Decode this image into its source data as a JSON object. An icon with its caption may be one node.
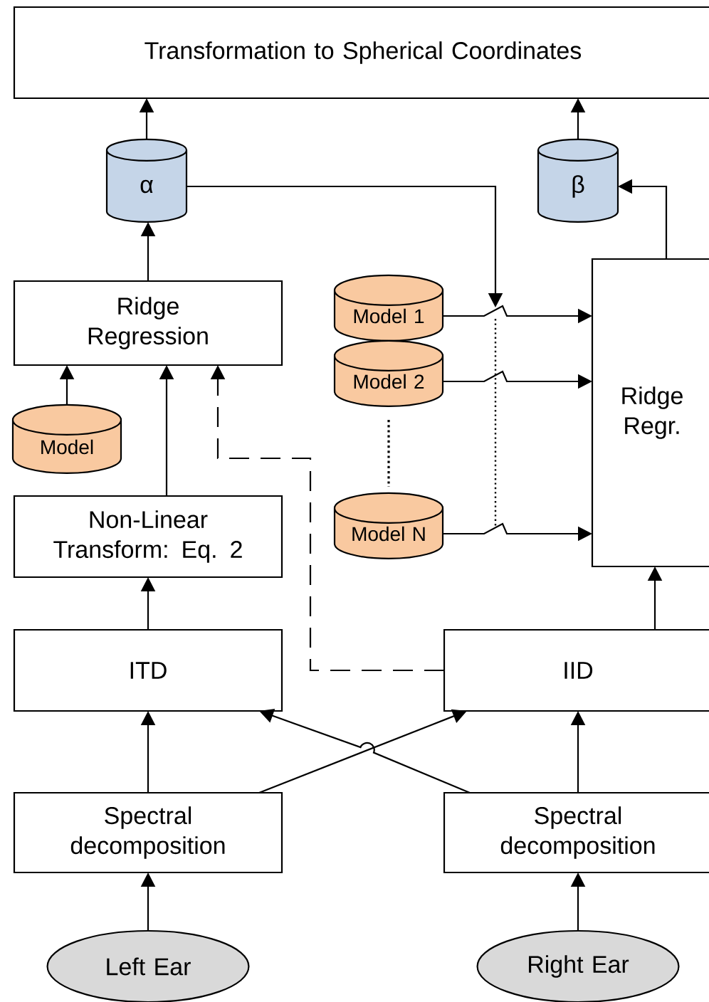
{
  "diagram": {
    "nodes": [
      {
        "text": [
          "Transformation to Spherical Coordinates"
        ]
      },
      {
        "text": [
          "α"
        ]
      },
      {
        "text": [
          "β"
        ]
      },
      {
        "text": [
          "Ridge Regression"
        ]
      },
      {
        "text": [
          "Model 1"
        ]
      },
      {
        "text": [
          "Model 2"
        ]
      },
      {
        "text": [
          "Model N"
        ]
      },
      {
        "text": [
          "Ridge Regr."
        ]
      },
      {
        "text": [
          "Model"
        ]
      },
      {
        "text": [
          "Non-Linear Transform: Eq. 2"
        ]
      },
      {
        "text": [
          "ITD"
        ]
      },
      {
        "text": [
          "IID"
        ]
      },
      {
        "text": [
          "Spectral decomposition"
        ]
      },
      {
        "text": [
          "Spectral decomposition"
        ]
      },
      {
        "text": [
          "Left Ear"
        ]
      },
      {
        "text": [
          "Right Ear"
        ]
      }
    ],
    "edges": [
      {
        "from": 1,
        "to": 0,
        "arrow": "to"
      },
      {
        "from": 2,
        "to": 0,
        "arrow": "to"
      },
      {
        "from": 3,
        "to": 1,
        "arrow": "to"
      },
      {
        "from": 7,
        "to": 2,
        "arrow": "to"
      },
      {
        "from": 1,
        "to": null,
        "arrow": "to"
      },
      {
        "from": 4,
        "to": 7,
        "arrow": "to"
      },
      {
        "from": 5,
        "to": 7,
        "arrow": "to"
      },
      {
        "from": 6,
        "to": 7,
        "arrow": "to"
      },
      {
        "from": 8,
        "to": 3,
        "arrow": "to"
      },
      {
        "from": 9,
        "to": 3,
        "arrow": "to"
      },
      {
        "from": 11,
        "to": 3,
        "arrow": "to",
        "style": "dashed"
      },
      {
        "from": 11,
        "to": 7,
        "arrow": "to"
      },
      {
        "from": 10,
        "to": 9,
        "arrow": "to"
      },
      {
        "from": 12,
        "to": 10,
        "arrow": "to"
      },
      {
        "from": 12,
        "to": 11,
        "arrow": "to"
      },
      {
        "from": 13,
        "to": 10,
        "arrow": "to"
      },
      {
        "from": 13,
        "to": 11,
        "arrow": "to"
      },
      {
        "from": 14,
        "to": 12,
        "arrow": "to"
      },
      {
        "from": 15,
        "to": 13,
        "arrow": "to"
      }
    ]
  }
}
